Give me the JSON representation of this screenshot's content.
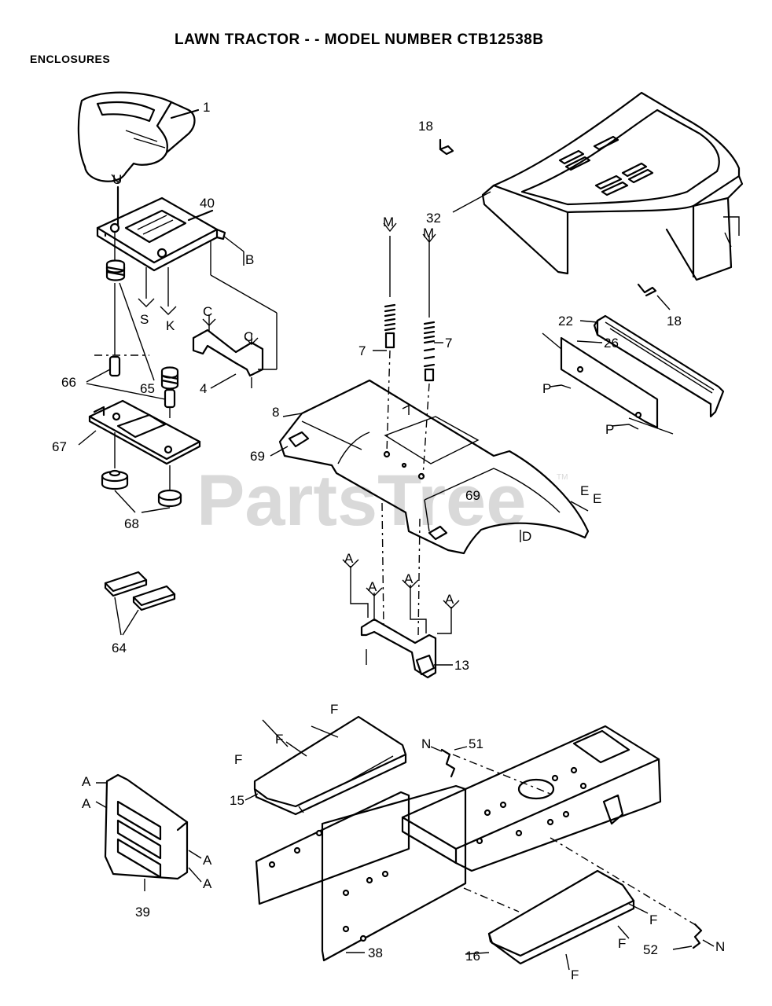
{
  "header": {
    "title": "LAWN TRACTOR - - MODEL NUMBER CTB12538B",
    "section": "ENCLOSURES"
  },
  "watermark": {
    "text": "PartsTree",
    "mark": "TM"
  },
  "parts": {
    "p1": "1",
    "p4": "4",
    "p7a": "7",
    "p7b": "7",
    "p8": "8",
    "p13": "13",
    "p15": "15",
    "p16": "16",
    "p18a": "18",
    "p18b": "18",
    "p22": "22",
    "p26": "26",
    "p32": "32",
    "p38": "38",
    "p39": "39",
    "p40": "40",
    "p51": "51",
    "p52": "52",
    "p64": "64",
    "p65": "65",
    "p66": "66",
    "p67": "67",
    "p68": "68",
    "p69a": "69",
    "p69b": "69"
  },
  "refs": {
    "U": "U",
    "B": "B",
    "S": "S",
    "K": "K",
    "C": "C",
    "M": "M",
    "P": "P",
    "E": "E",
    "D": "D",
    "A": "A",
    "F": "F",
    "N": "N"
  }
}
